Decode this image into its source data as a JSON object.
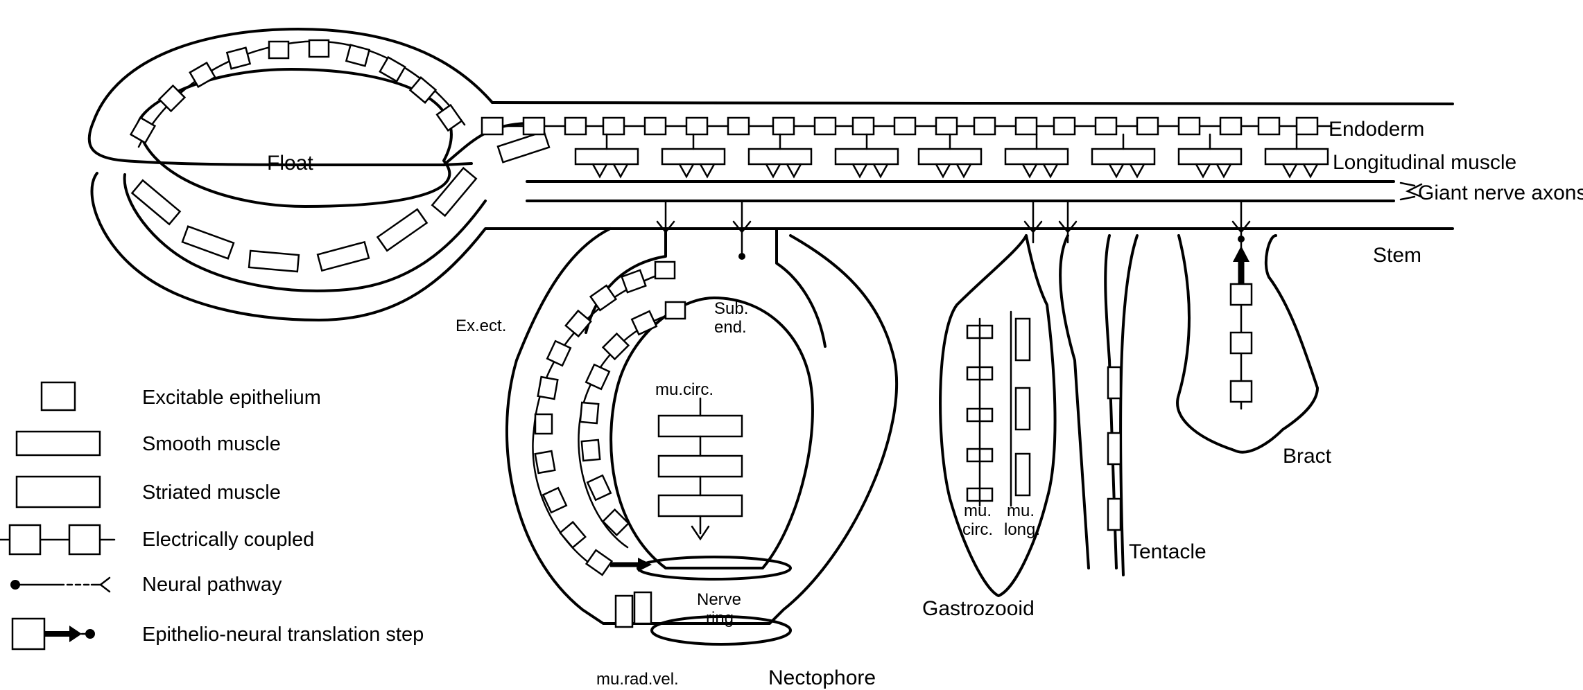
{
  "labels": {
    "float": "Float",
    "endoderm": "Endoderm",
    "longitudinal_muscle": "Longitudinal muscle",
    "giant_nerve_axons": "Giant nerve axons",
    "stem": "Stem",
    "ex_ect": "Ex.ect.",
    "sub_end_1": "Sub.",
    "sub_end_2": "end.",
    "mu_circ": "mu.circ.",
    "nerve_ring_1": "Nerve",
    "nerve_ring_2": "ring",
    "mu_rad_vel": "mu.rad.vel.",
    "nectophore": "Nectophore",
    "gastro_mu_circ_1": "mu.",
    "gastro_mu_circ_2": "circ.",
    "gastro_mu_long_1": "mu.",
    "gastro_mu_long_2": "long.",
    "gastrozooid": "Gastrozooid",
    "tentacle": "Tentacle",
    "bract": "Bract"
  },
  "legend": [
    {
      "icon": "excitable-epithelium-icon",
      "label": "Excitable epithelium"
    },
    {
      "icon": "smooth-muscle-icon",
      "label": "Smooth muscle"
    },
    {
      "icon": "striated-muscle-icon",
      "label": "Striated muscle"
    },
    {
      "icon": "electrically-coupled-icon",
      "label": "Electrically coupled"
    },
    {
      "icon": "neural-pathway-icon",
      "label": "Neural pathway"
    },
    {
      "icon": "epithelio-neural-translation-icon",
      "label": "Epithelio-neural translation step"
    }
  ]
}
